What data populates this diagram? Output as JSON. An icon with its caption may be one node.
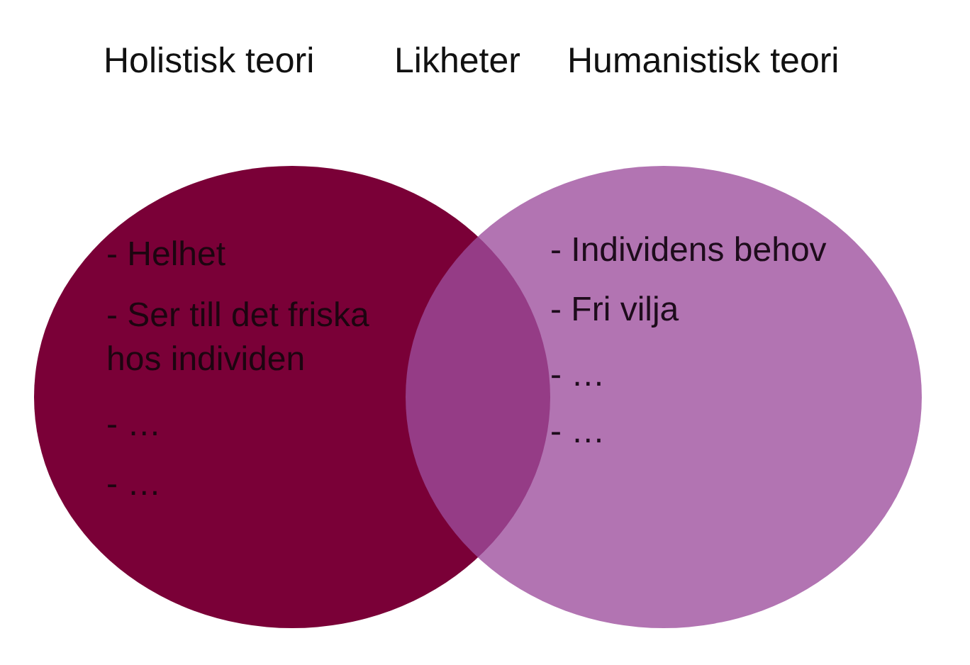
{
  "diagram": {
    "nodes": [
      {
        "text": [
          "Holistisk teori",
          "- Helhet",
          "- Ser till det friska hos individen",
          "- …",
          "- …"
        ]
      },
      {
        "text": [
          "Humanistisk teori",
          "- Individens behov",
          "- Fri vilja",
          "- …",
          "- …"
        ]
      }
    ],
    "labels": [
      "Likheter"
    ]
  }
}
